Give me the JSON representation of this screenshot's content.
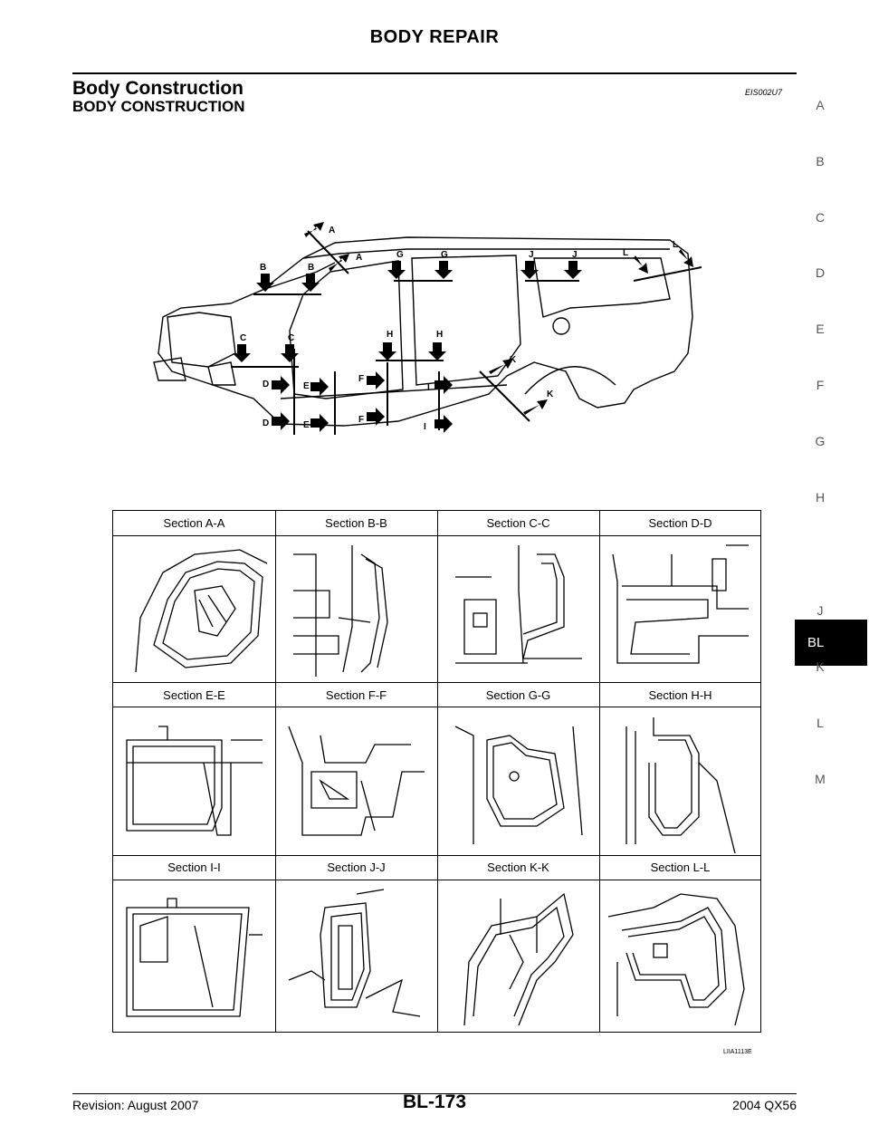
{
  "header": {
    "title": "BODY REPAIR"
  },
  "section": {
    "title": "Body Construction",
    "code": "EIS002U7",
    "subtitle": "BODY CONSTRUCTION"
  },
  "side_nav": {
    "letters": [
      "A",
      "B",
      "C",
      "D",
      "E",
      "F",
      "G",
      "H",
      "J",
      "K",
      "L",
      "M"
    ],
    "active": "BL"
  },
  "diagram": {
    "section_markers": [
      "A",
      "A",
      "B",
      "B",
      "C",
      "C",
      "D",
      "D",
      "E",
      "E",
      "F",
      "F",
      "G",
      "G",
      "H",
      "H",
      "I",
      "I",
      "J",
      "J",
      "K",
      "K",
      "L",
      "L"
    ],
    "sections": [
      "Section A-A",
      "Section B-B",
      "Section C-C",
      "Section D-D",
      "Section E-E",
      "Section F-F",
      "Section G-G",
      "Section H-H",
      "Section I-I",
      "Section J-J",
      "Section K-K",
      "Section L-L"
    ],
    "figure_code": "LIIA1113E"
  },
  "footer": {
    "revision": "Revision: August 2007",
    "page": "BL-173",
    "model": "2004 QX56"
  }
}
